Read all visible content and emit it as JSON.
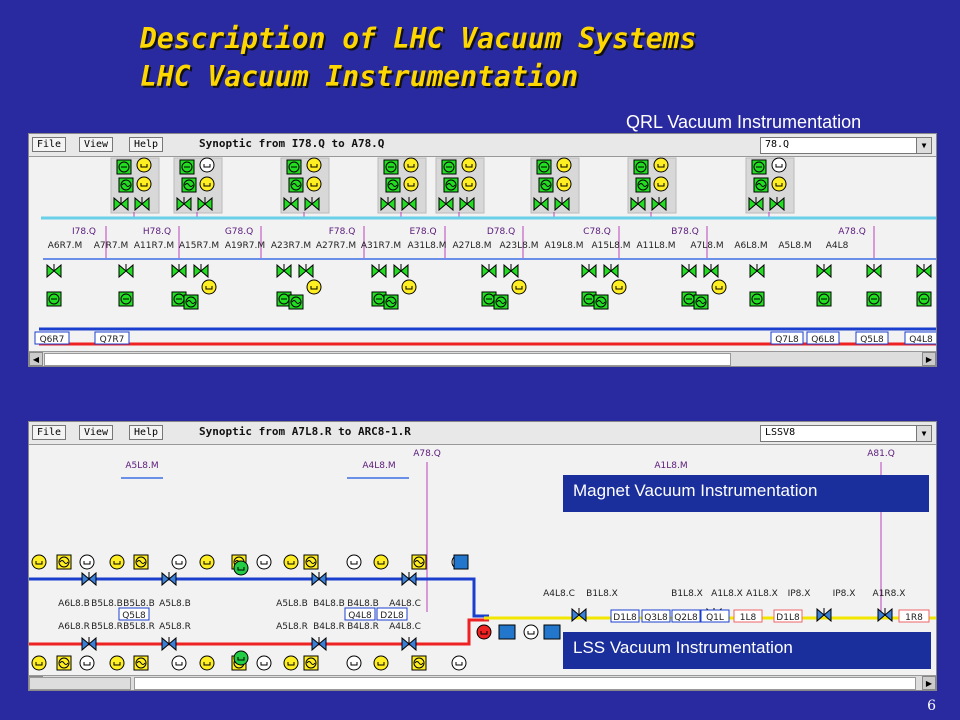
{
  "slide": {
    "title_line1": "Description of LHC Vacuum Systems",
    "title_line2": "LHC Vacuum Instrumentation",
    "page_number": "6",
    "qrl_label": "QRL Vacuum Instrumentation",
    "magnet_label": "Magnet Vacuum Instrumentation",
    "lss_label": "LSS Vacuum Instrumentation"
  },
  "win1": {
    "menu": [
      "File",
      "View",
      "Help"
    ],
    "synoptic_title": "Synoptic from I78.Q to A78.Q",
    "combo_value": "78.Q",
    "qrl_sectors": [
      "I78.Q",
      "H78.Q",
      "G78.Q",
      "F78.Q",
      "E78.Q",
      "D78.Q",
      "C78.Q",
      "B78.Q",
      "A78.Q"
    ],
    "stations": [
      "A6R7.M",
      "A7R7.M",
      "A11R7.M",
      "A15R7.M",
      "A19R7.M",
      "A23R7.M",
      "A27R7.M",
      "A31R7.M",
      "A31L8.M",
      "A27L8.M",
      "A23L8.M",
      "A19L8.M",
      "A15L8.M",
      "A11L8.M",
      "A7L8.M",
      "A6L8.M",
      "A5L8.M",
      "A4L8"
    ],
    "bottom_left_tags": [
      "Q6R7",
      "Q7R7"
    ],
    "bottom_right_tags": [
      "Q7L8",
      "Q6L8",
      "Q5L8",
      "Q4L8"
    ]
  },
  "win2": {
    "menu": [
      "File",
      "View",
      "Help"
    ],
    "synoptic_title": "Synoptic from A7L8.R to ARC8-1.R",
    "combo_value": "LSSV8",
    "top_labels": [
      "A5L8.M",
      "A4L8.M",
      "A78.Q",
      "A1L8.M",
      "A81.Q"
    ],
    "upper_valve_labels": [
      "A6L8.B",
      "B5L8.B",
      "B5L8.B",
      "A5L8.B",
      "A5L8.B",
      "B4L8.B",
      "B4L8.B",
      "A4L8.C"
    ],
    "lower_valve_labels": [
      "A6L8.R",
      "B5L8.R",
      "B5L8.R",
      "A5L8.R",
      "A5L8.R",
      "B4L8.R",
      "B4L8.R",
      "A4L8.C"
    ],
    "box_tags": [
      "Q5L8",
      "Q4L8",
      "D2L8"
    ],
    "right_top_labels": [
      "A4L8.C",
      "B1L8.X",
      "B1L8.X",
      "A1L8.X",
      "A1L8.X",
      "IP8.X",
      "IP8.X",
      "A1R8.X"
    ],
    "right_tags": [
      "D1L8",
      "Q3L8",
      "Q2L8",
      "Q1L",
      "1L8",
      "D1L8",
      "1R8"
    ]
  }
}
